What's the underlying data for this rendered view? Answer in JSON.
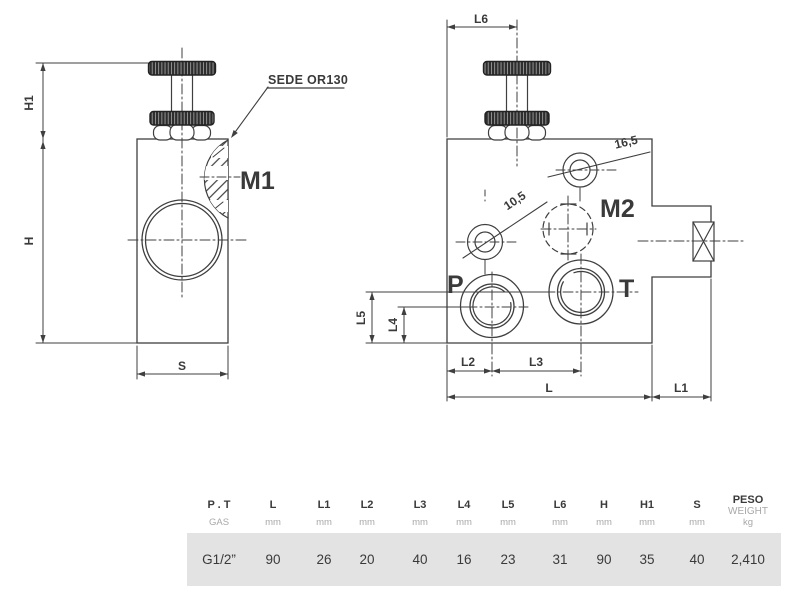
{
  "drawing": {
    "dim_labels": {
      "h1": "H1",
      "h": "H",
      "s": "S",
      "l": "L",
      "l1": "L1",
      "l2": "L2",
      "l3": "L3",
      "l4": "L4",
      "l5": "L5",
      "l6": "L6"
    },
    "callouts": {
      "sede": "SEDE OR130",
      "m1": "M1",
      "m2": "M2",
      "p": "P",
      "t": "T",
      "dia_165": "16,5",
      "dia_105": "10,5"
    }
  },
  "table": {
    "columns": [
      {
        "label": "P . T",
        "unit": "GAS",
        "value": "G1/2”"
      },
      {
        "label": "L",
        "unit": "mm",
        "value": "90"
      },
      {
        "label": "L1",
        "unit": "mm",
        "value": "26"
      },
      {
        "label": "L2",
        "unit": "mm",
        "value": "20"
      },
      {
        "label": "L3",
        "unit": "mm",
        "value": "40"
      },
      {
        "label": "L4",
        "unit": "mm",
        "value": "16"
      },
      {
        "label": "L5",
        "unit": "mm",
        "value": "23"
      },
      {
        "label": "L6",
        "unit": "mm",
        "value": "31"
      },
      {
        "label": "H",
        "unit": "mm",
        "value": "90"
      },
      {
        "label": "H1",
        "unit": "mm",
        "value": "35"
      },
      {
        "label": "S",
        "unit": "mm",
        "value": "40"
      },
      {
        "label": "PESO",
        "sublabel": "WEIGHT",
        "unit": "kg",
        "value": "2,410"
      }
    ]
  },
  "colors": {
    "line": "#3f3f3f",
    "band": "#e3e3e3",
    "muted": "#a8a8a8"
  }
}
